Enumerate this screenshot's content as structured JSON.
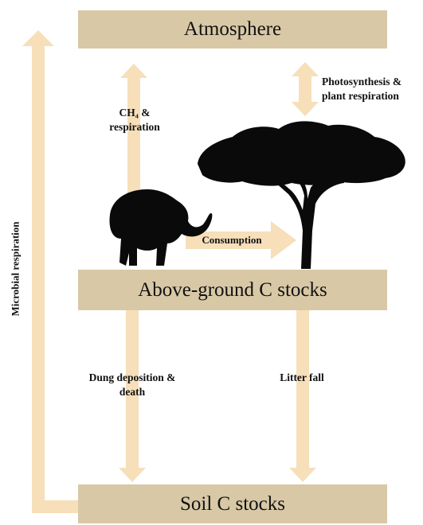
{
  "boxes": {
    "atmosphere": "Atmosphere",
    "above_ground": "Above-ground C stocks",
    "soil": "Soil C stocks"
  },
  "flows": {
    "ch4_line1": "CH₄ &",
    "ch4_line2": "respiration",
    "photo_line1": "Photosynthesis &",
    "photo_line2": "plant respiration",
    "consumption": "Consumption",
    "dung_line1": "Dung deposition &",
    "dung_line2": "death",
    "litter": "Litter fall",
    "microbial": "Microbial respiration"
  },
  "colors": {
    "box": "#d8c8a6",
    "arrow": "#f6dfb9",
    "silhouette": "#0a0a0a"
  },
  "icons": [
    "elephant-silhouette",
    "acacia-tree-silhouette"
  ]
}
